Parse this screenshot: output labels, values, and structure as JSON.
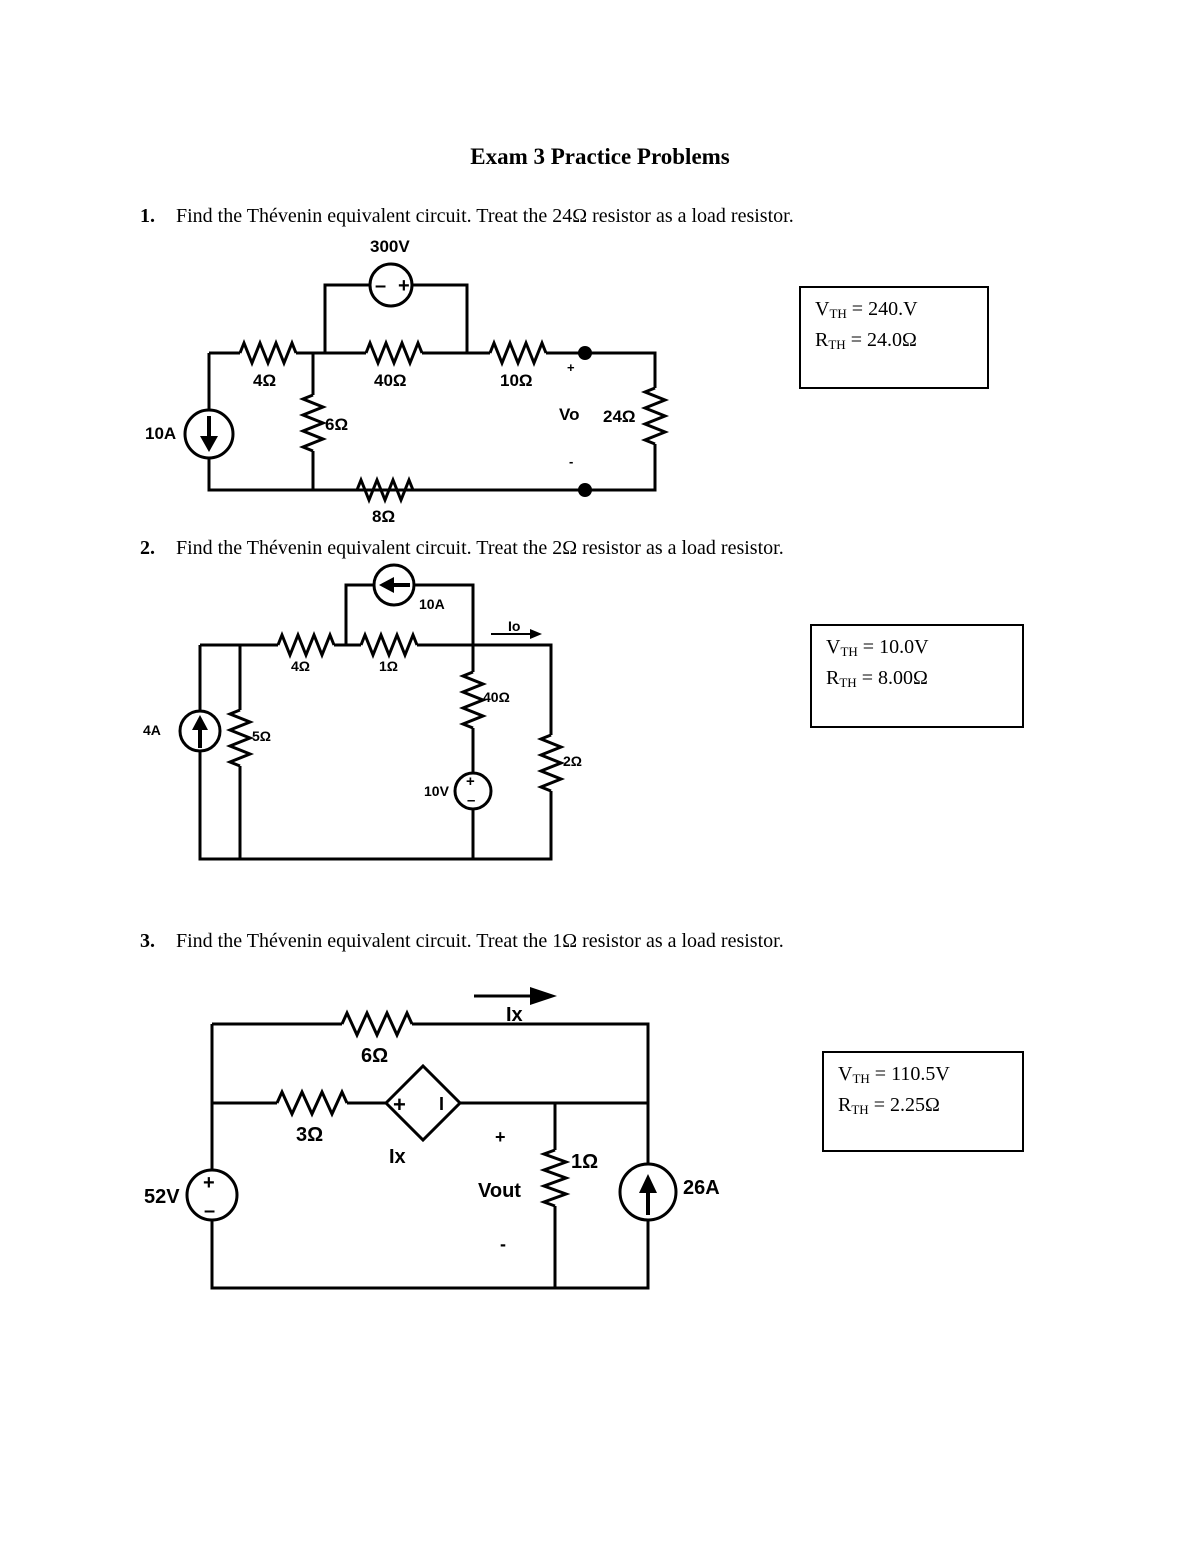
{
  "title": "Exam 3 Practice Problems",
  "problems": [
    {
      "number": "1.",
      "text": "Find the Thévenin equivalent circuit. Treat the 24Ω resistor as a load resistor.",
      "answer": {
        "v_label": "V",
        "v_sub": "TH",
        "v_value": " = 240.V",
        "r_label": "R",
        "r_sub": "TH",
        "r_value": " = 24.0Ω"
      },
      "labels": {
        "vsrc": "300V",
        "isrc": "10A",
        "r1": "4Ω",
        "r2": "40Ω",
        "r3": "10Ω",
        "r4": "6Ω",
        "r5": "8Ω",
        "rl": "24Ω",
        "vo": "Vo",
        "plus": "+",
        "minus": "-"
      }
    },
    {
      "number": "2.",
      "text": "Find the Thévenin equivalent circuit. Treat the 2Ω resistor as a load resistor.",
      "answer": {
        "v_label": "V",
        "v_sub": "TH",
        "v_value": " = 10.0V",
        "r_label": "R",
        "r_sub": "TH",
        "r_value": " = 8.00Ω"
      },
      "labels": {
        "isrc_top": "10A",
        "io": "Io",
        "r1": "4Ω",
        "r2": "1Ω",
        "r3": "40Ω",
        "r4": "5Ω",
        "rl": "2Ω",
        "isrc": "4A",
        "vsrc": "10V"
      }
    },
    {
      "number": "3.",
      "text": "Find the Thévenin equivalent circuit. Treat the 1Ω resistor as a load resistor.",
      "answer": {
        "v_label": "V",
        "v_sub": "TH",
        "v_value": " = 110.5V",
        "r_label": "R",
        "r_sub": "TH",
        "r_value": " = 2.25Ω"
      },
      "labels": {
        "ix_top": "Ix",
        "r1": "6Ω",
        "r2": "3Ω",
        "dep": "Ix",
        "rl": "1Ω",
        "vsrc": "52V",
        "isrc": "26A",
        "vout": "Vout",
        "plus": "+",
        "minus": "-"
      }
    }
  ]
}
